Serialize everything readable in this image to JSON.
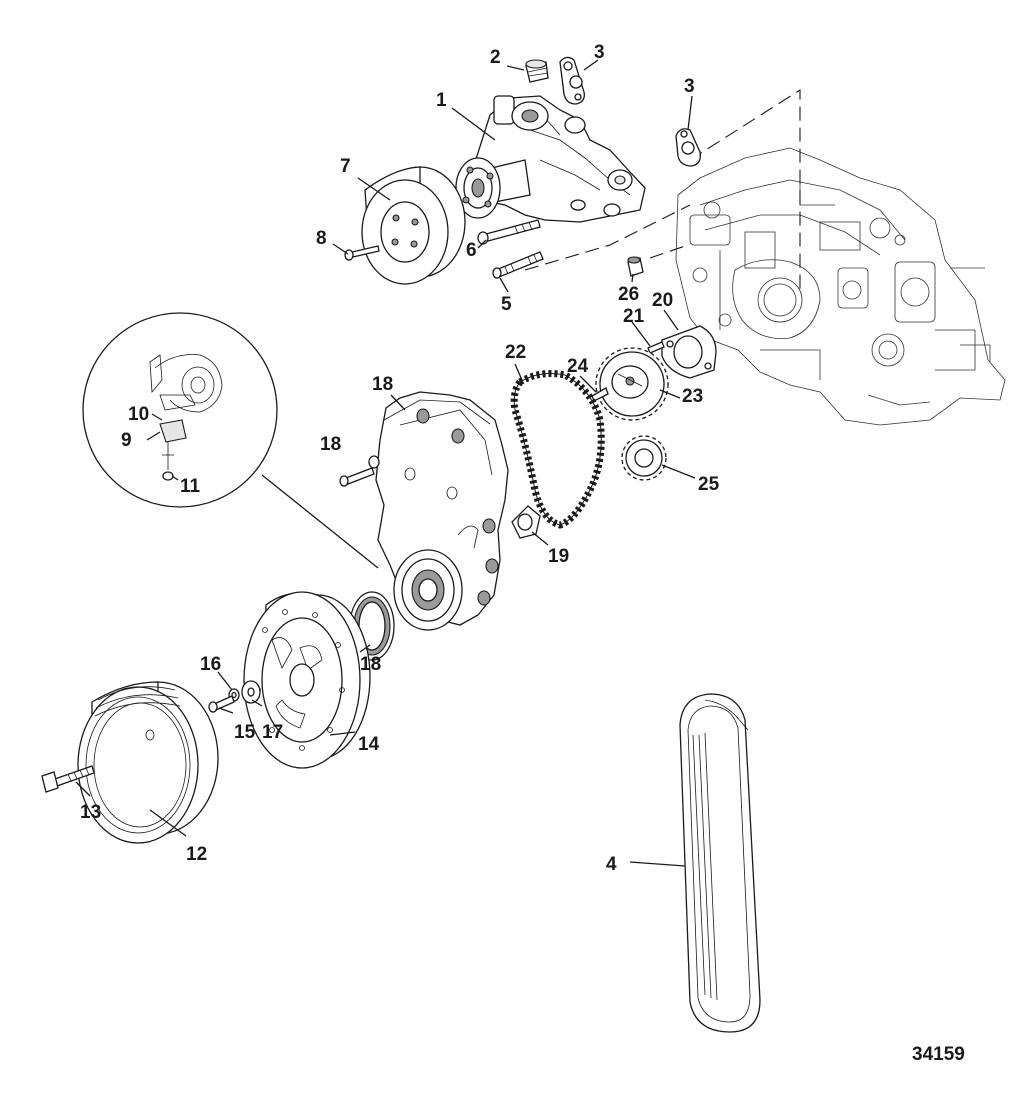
{
  "figure_number": "34159",
  "callouts": {
    "c1": "1",
    "c2": "2",
    "c3a": "3",
    "c3b": "3",
    "c4": "4",
    "c5": "5",
    "c6": "6",
    "c7": "7",
    "c8": "8",
    "c9": "9",
    "c10": "10",
    "c11": "11",
    "c12": "12",
    "c13": "13",
    "c14": "14",
    "c15": "15",
    "c16": "16",
    "c17": "17",
    "c18a": "18",
    "c18b": "18",
    "c18c": "18",
    "c19": "19",
    "c20": "20",
    "c21": "21",
    "c22": "22",
    "c23": "23",
    "c24": "24",
    "c25": "25",
    "c26": "26"
  }
}
